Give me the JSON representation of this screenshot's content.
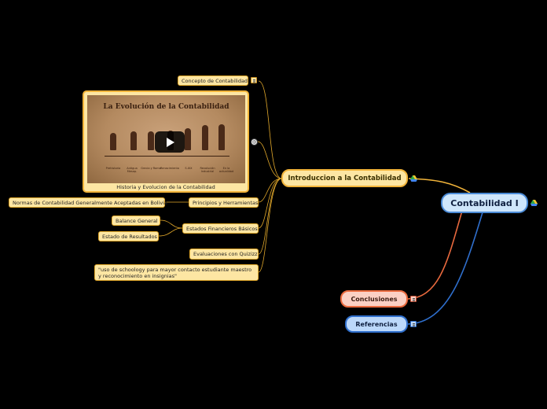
{
  "central": {
    "label": "Contabilidad I"
  },
  "intro": {
    "label": "Introduccion a la Contabilidad",
    "children": {
      "concepto": "Concepto de Contabilidad",
      "historia": "Historia y Evolucion de la Contabilidad",
      "video_title": "La Evolución de la Contabilidad",
      "eras": [
        "Prehistoria",
        "Antigua Mesop.",
        "Grecia y Roma",
        "Renacimiento",
        "S.XIX",
        "Revolución Industrial",
        "En la actualidad"
      ],
      "principios": "Principios y Herramientas",
      "normas": "Normas de Contabilidad Generalmente Aceptadas en Bolivia",
      "estados": "Estados Financieros Básicos",
      "balance": "Balance General",
      "resultados": "Estado de Resultados",
      "evaluaciones": "Evaluaciones con Quizizz",
      "schoology": "\"uso de schoology para mayor contacto estudiante maestro y reconocimiento en insignias\""
    }
  },
  "conclusiones": {
    "label": "Conclusiones"
  },
  "referencias": {
    "label": "Referencias"
  },
  "colors": {
    "background": "#000000",
    "intro_branch": "#f2b43a",
    "conclusiones_branch": "#ea6a3e",
    "referencias_branch": "#2f6fcd"
  },
  "icons": [
    "note-icon",
    "drive-icon",
    "globe-icon",
    "play-icon"
  ]
}
